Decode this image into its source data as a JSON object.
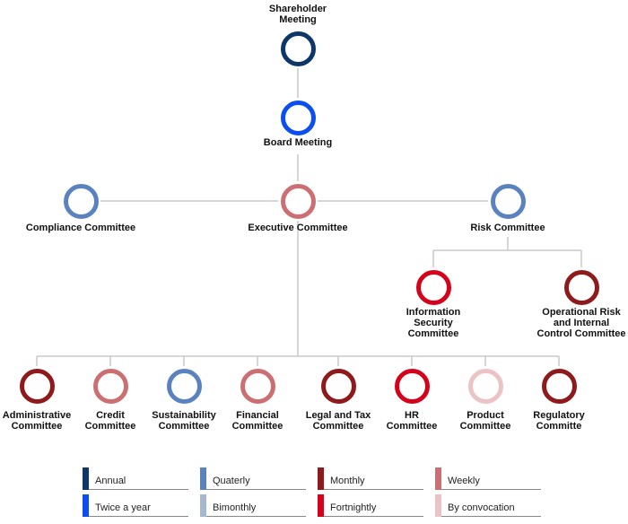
{
  "colors": {
    "annual": "#0d3669",
    "twice_a_year": "#0b4ff0",
    "quarterly": "#5a82bf",
    "bimonthly": "#a6b8cf",
    "monthly": "#8e1a1c",
    "fortnightly": "#d4021b",
    "weekly": "#cc6f73",
    "by_convocation": "#ecc3c4",
    "connector": "#c8c8c8"
  },
  "nodes": [
    {
      "id": "shareholder",
      "label": "Shareholder\nMeeting",
      "freq": "annual"
    },
    {
      "id": "board",
      "label": "Board Meeting",
      "freq": "twice_a_year"
    },
    {
      "id": "compliance",
      "label": "Compliance Committee",
      "freq": "quarterly"
    },
    {
      "id": "executive",
      "label": "Executive Committee",
      "freq": "weekly"
    },
    {
      "id": "risk",
      "label": "Risk Committee",
      "freq": "quarterly"
    },
    {
      "id": "infosec",
      "label": "Information\nSecurity\nCommittee",
      "freq": "fortnightly"
    },
    {
      "id": "oprisk",
      "label": "Operational Risk\nand Internal\nControl Committee",
      "freq": "monthly"
    },
    {
      "id": "admin",
      "label": "Administrative\nCommittee",
      "freq": "monthly"
    },
    {
      "id": "credit",
      "label": "Credit\nCommittee",
      "freq": "weekly"
    },
    {
      "id": "sustainability",
      "label": "Sustainability\nCommittee",
      "freq": "quarterly"
    },
    {
      "id": "financial",
      "label": "Financial\nCommittee",
      "freq": "weekly"
    },
    {
      "id": "legaltax",
      "label": "Legal and Tax\nCommittee",
      "freq": "monthly"
    },
    {
      "id": "hr",
      "label": "HR\nCommittee",
      "freq": "fortnightly"
    },
    {
      "id": "product",
      "label": "Product\nCommittee",
      "freq": "by_convocation"
    },
    {
      "id": "regulatory",
      "label": "Regulatory\nCommitte",
      "freq": "monthly"
    }
  ],
  "legend": [
    {
      "label": "Annual",
      "freq": "annual"
    },
    {
      "label": "Quaterly",
      "freq": "quarterly"
    },
    {
      "label": "Monthly",
      "freq": "monthly"
    },
    {
      "label": "Weekly",
      "freq": "weekly"
    },
    {
      "label": "Twice a year",
      "freq": "twice_a_year"
    },
    {
      "label": "Bimonthly",
      "freq": "bimonthly"
    },
    {
      "label": "Fortnightly",
      "freq": "fortnightly"
    },
    {
      "label": "By convocation",
      "freq": "by_convocation"
    }
  ]
}
